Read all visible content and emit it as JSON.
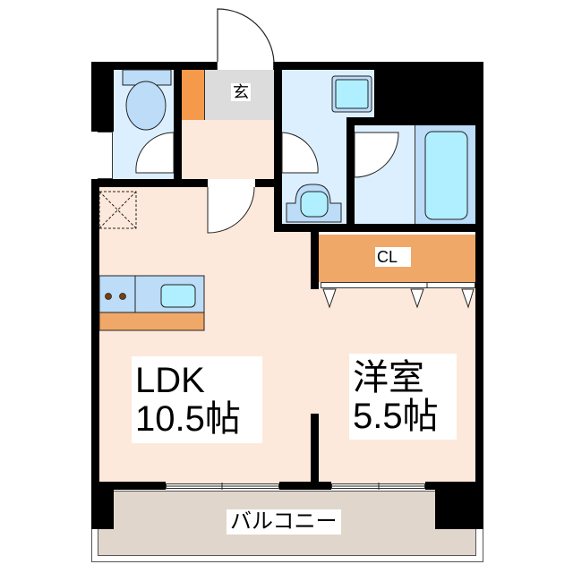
{
  "floorplan": {
    "title": "1LDK floor plan",
    "colors": {
      "wall": "#000000",
      "ldk_floor": "#fde9db",
      "wet_area": "#dcefff",
      "fixture_blue": "#bcdcf8",
      "fixture_cyan": "#b0efff",
      "storage_orange": "#f0a868",
      "shoe_box_orange": "#f59a4a",
      "genkan_gray": "#dcdcdc",
      "balcony": "#e0d6cc"
    },
    "rooms": {
      "ldk": {
        "name": "LDK",
        "size": "10.5帖"
      },
      "western_room": {
        "name": "洋室",
        "size": "5.5帖"
      },
      "closet": {
        "name": "CL"
      },
      "entrance": {
        "name": "玄"
      },
      "balcony": {
        "name": "バルコニー"
      }
    }
  }
}
